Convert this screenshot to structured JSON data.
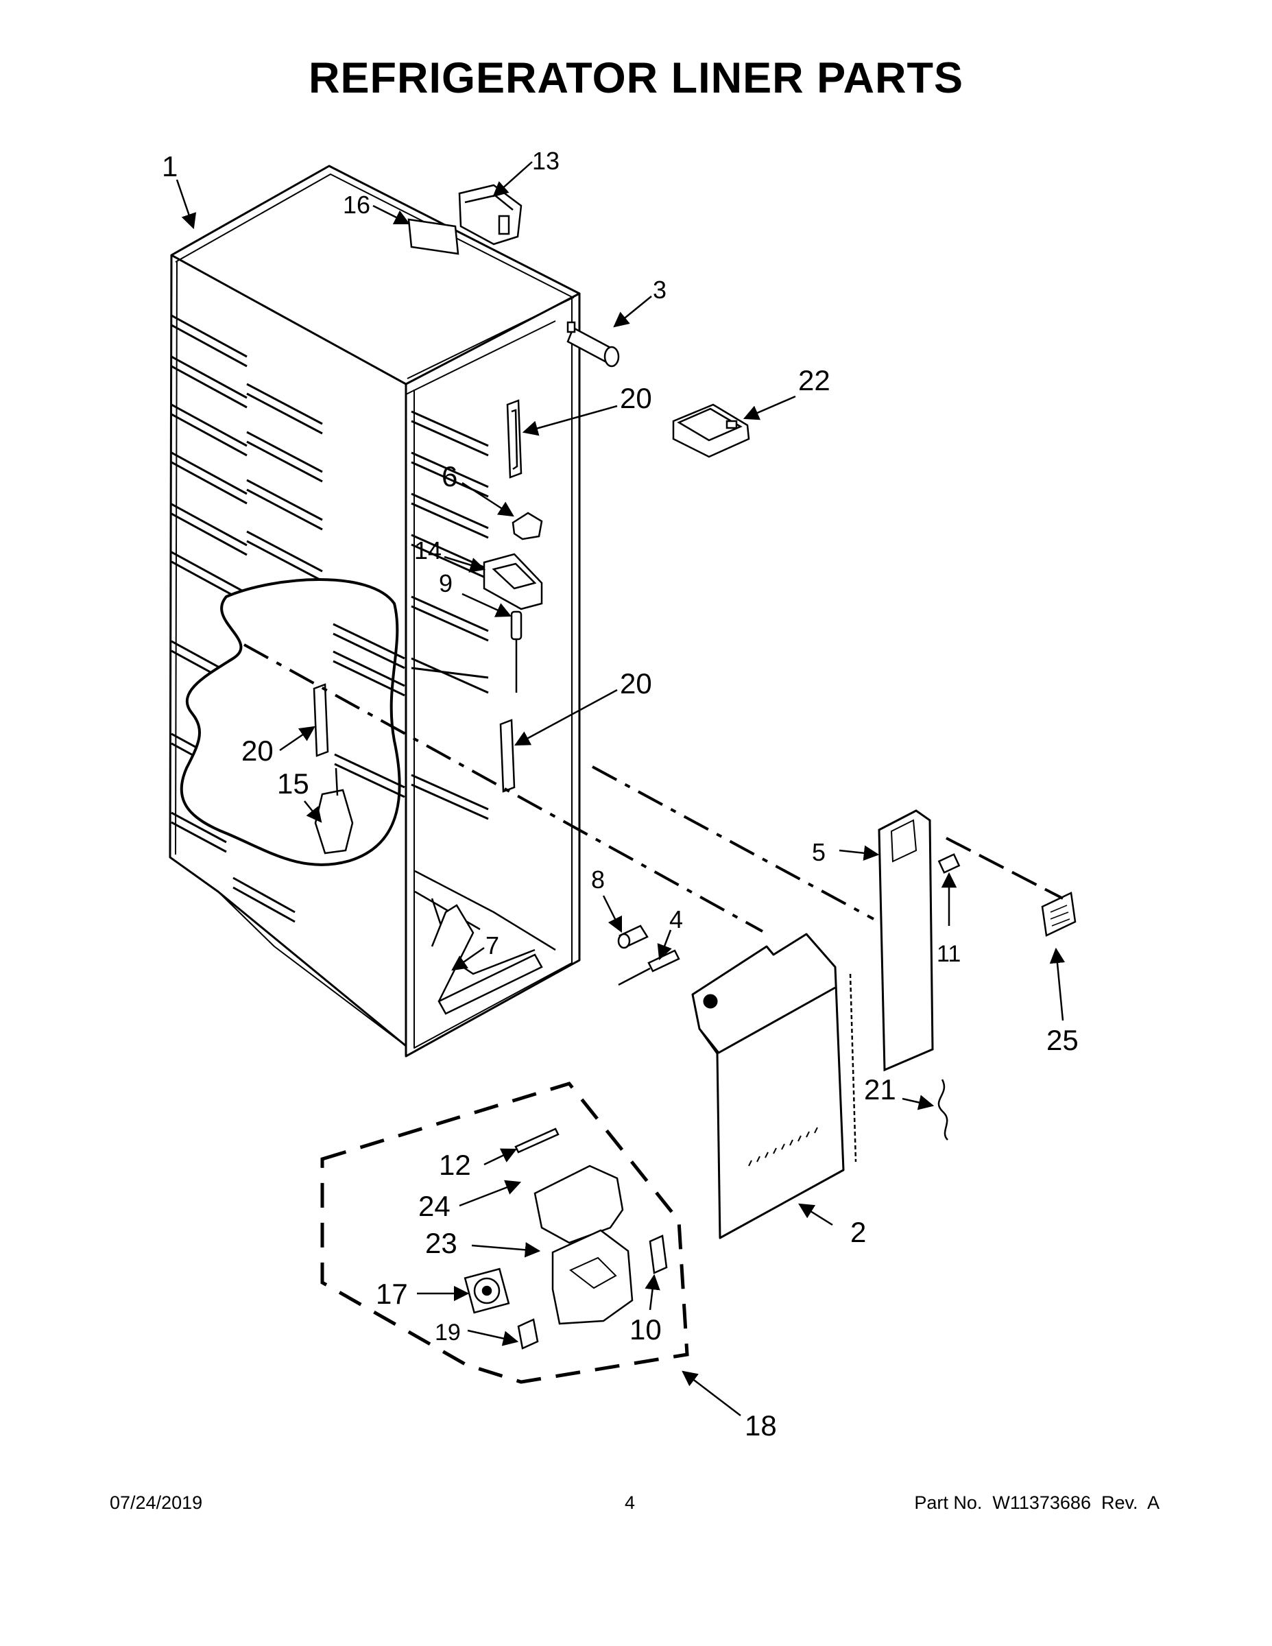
{
  "title": "REFRIGERATOR LINER PARTS",
  "callouts": {
    "c1": "1",
    "c2": "2",
    "c3": "3",
    "c4": "4",
    "c5": "5",
    "c6": "6",
    "c7": "7",
    "c8": "8",
    "c9": "9",
    "c10": "10",
    "c11": "11",
    "c12": "12",
    "c13": "13",
    "c14": "14",
    "c15": "15",
    "c16": "16",
    "c17": "17",
    "c18": "18",
    "c19": "19",
    "c20": "20",
    "c21": "21",
    "c22": "22",
    "c23": "23",
    "c24": "24",
    "c25": "25"
  },
  "footer": {
    "date": "07/24/2019",
    "page": "4",
    "part": "Part No.  W11373686  Rev.  A"
  }
}
